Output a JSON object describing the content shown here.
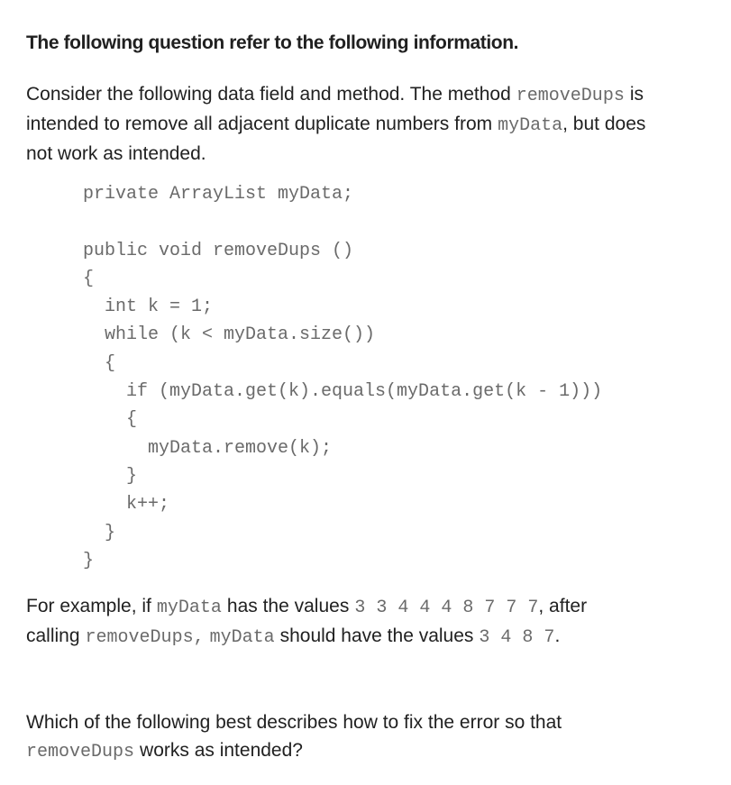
{
  "heading": "The following question refer to the following information.",
  "intro": {
    "line1_text": "Consider the following data field and method. The method",
    "line1_code": "removeDups",
    "line1_end": "is",
    "line2_text": "intended to remove all adjacent duplicate numbers from",
    "line2_code": "myData",
    "line2_end": ", but does",
    "line3_text": "not work as intended."
  },
  "code_lines": [
    "private ArrayList myData;",
    "",
    "public void removeDups ()",
    "{",
    "  int k = 1;",
    "  while (k < myData.size())",
    "  {",
    "    if (myData.get(k).equals(myData.get(k - 1)))",
    "    {",
    "      myData.remove(k);",
    "    }",
    "    k++;",
    "  }",
    "}"
  ],
  "example": {
    "l1_a": "For example, if",
    "l1_code": "myData",
    "l1_b": "has the values",
    "l1_values": "3 3 4 4 4 8 7 7 7",
    "l1_c": ", after",
    "l2_a": "calling",
    "l2_code1": "removeDups,",
    "l2_code2": "myData",
    "l2_b": "should have the values",
    "l2_values": "3 4 8 7",
    "l2_c": "."
  },
  "question": {
    "line1": "Which of the following best describes how to fix the error so that",
    "line2_code": "removeDups",
    "line2_text": "works as intended?"
  }
}
